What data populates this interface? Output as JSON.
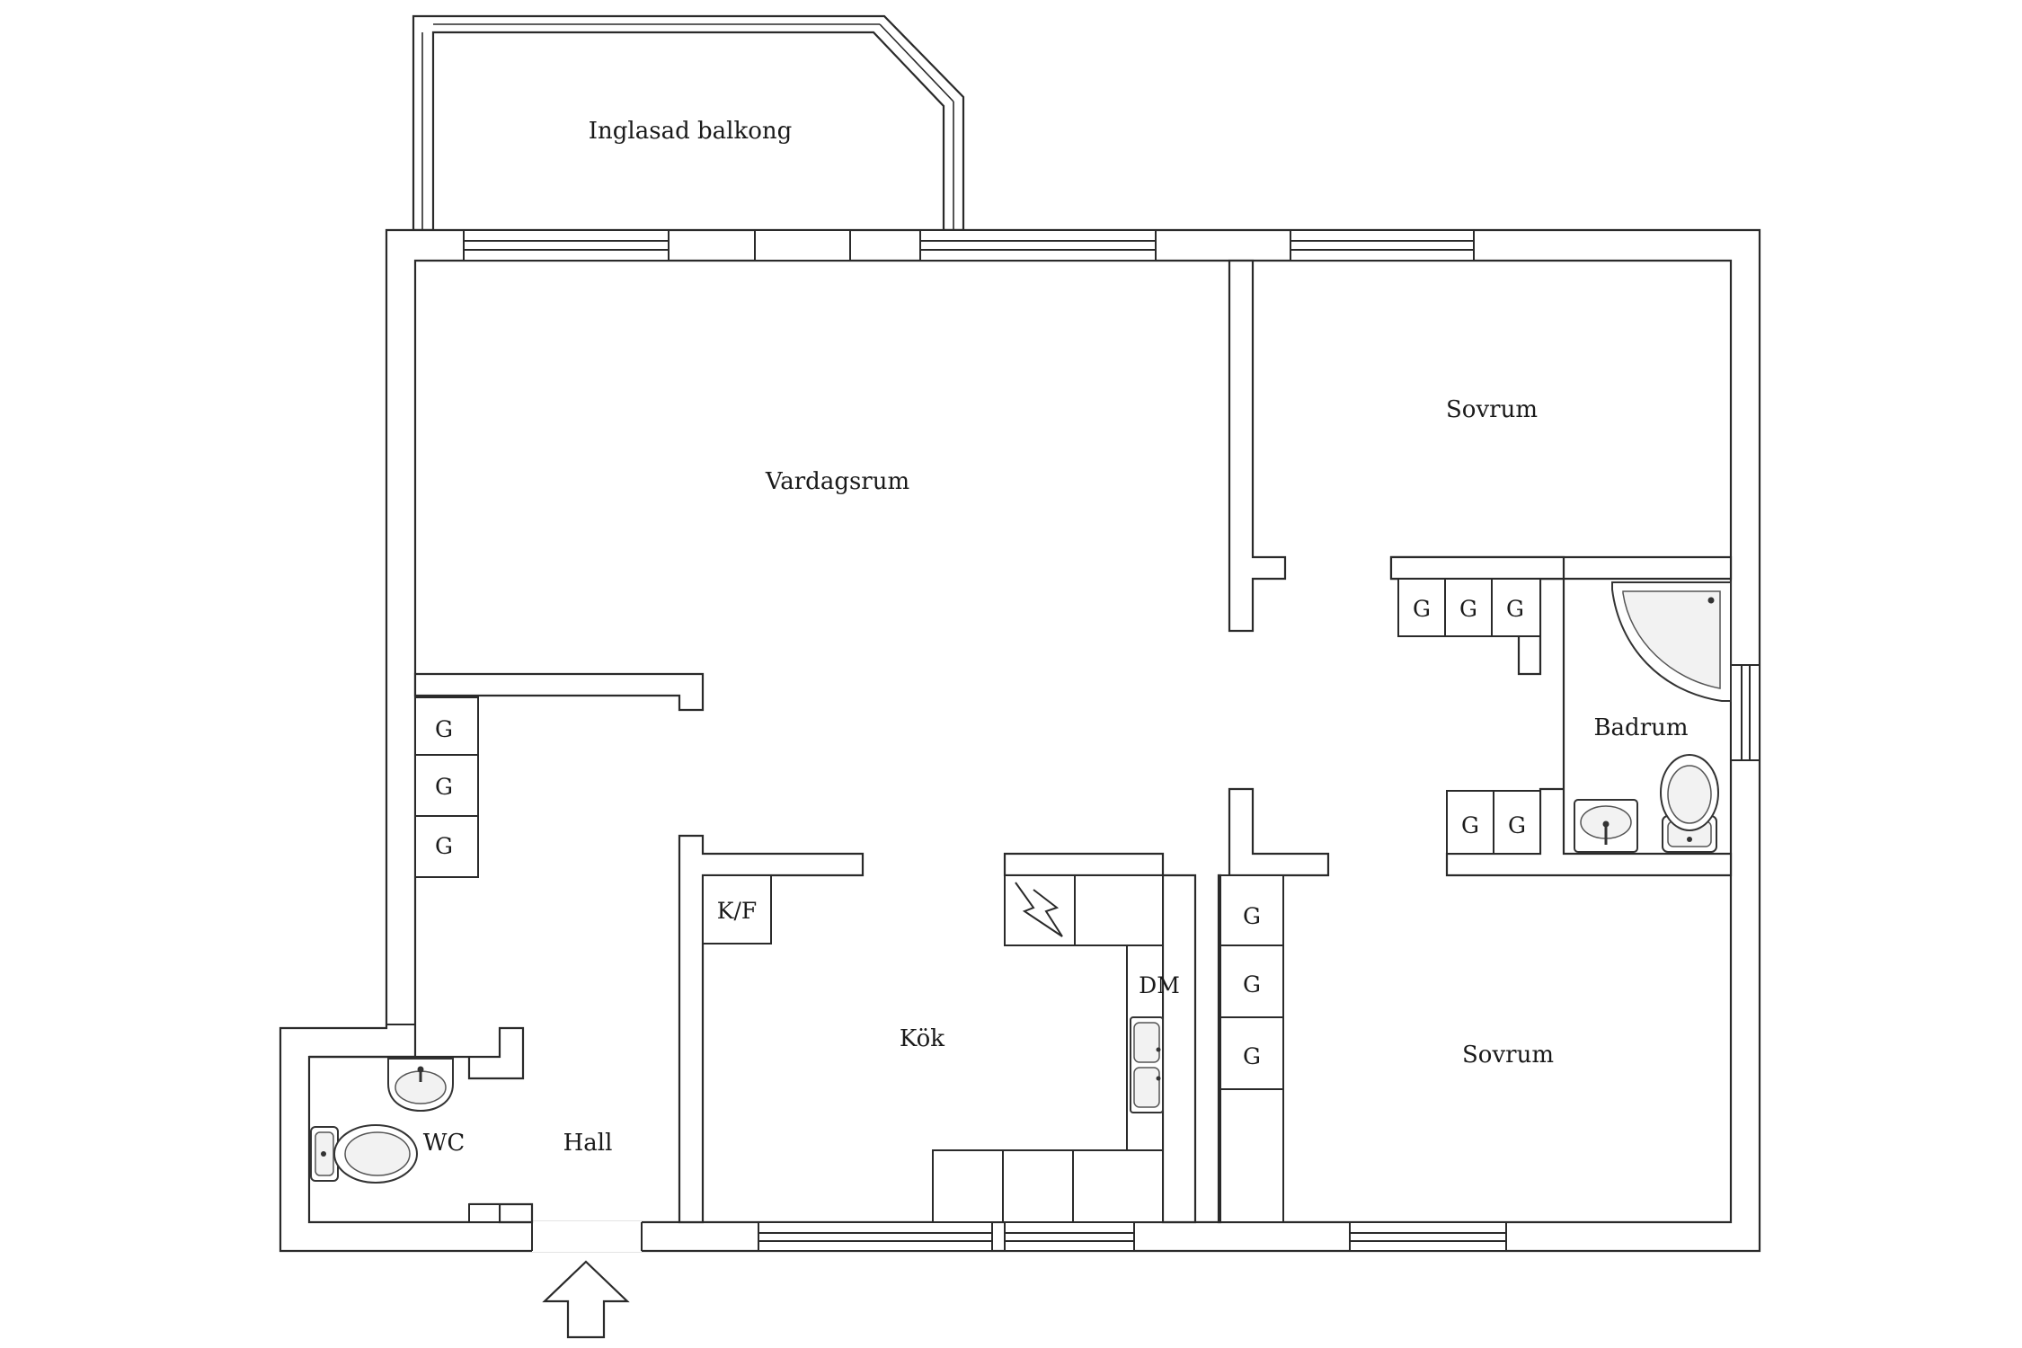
{
  "rooms": {
    "balkong": "Inglasad balkong",
    "vardagsrum": "Vardagsrum",
    "sovrum_top": "Sovrum",
    "sovrum_bottom": "Sovrum",
    "badrum": "Badrum",
    "kok": "Kök",
    "hall": "Hall",
    "wc": "WC"
  },
  "appliances": {
    "kf": "K/F",
    "dm": "DM"
  },
  "wardrobes": {
    "hall": [
      "G",
      "G",
      "G"
    ],
    "bedroom_top": [
      "G",
      "G",
      "G"
    ],
    "bathroom": [
      "G",
      "G"
    ],
    "bedroom_bottom": [
      "G",
      "G",
      "G"
    ]
  },
  "colors": {
    "line": "#2a2a2a",
    "background": "#ffffff"
  },
  "icons": [
    "entrance-arrow-icon",
    "toilet-icon",
    "washbasin-icon",
    "corner-bathtub-icon",
    "double-sink-icon",
    "stove-icon"
  ]
}
